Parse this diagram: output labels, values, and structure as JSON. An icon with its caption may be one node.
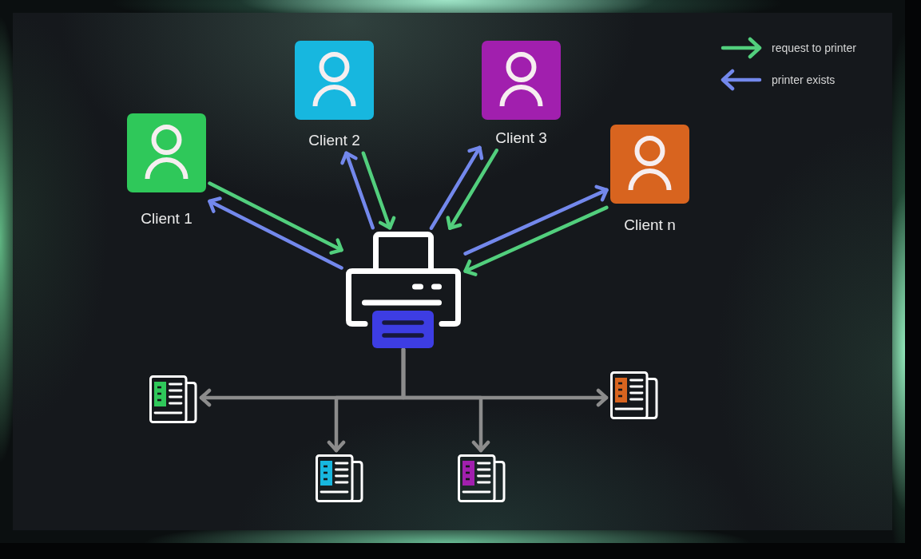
{
  "diagram": {
    "nodes": [
      {
        "text": [
          "Client 1"
        ]
      },
      {
        "text": [
          "Client 2"
        ]
      },
      {
        "text": [
          "Client 3"
        ]
      },
      {
        "text": [
          "Client n"
        ]
      },
      {
        "text": [],
        "shape": "picture"
      },
      {
        "text": [],
        "shape": "picture"
      },
      {
        "text": [],
        "shape": "picture"
      },
      {
        "text": [],
        "shape": "picture"
      },
      {
        "text": [],
        "shape": "picture"
      }
    ],
    "edges": [
      {
        "from": 0,
        "to": 4,
        "arrow": "to",
        "color": "#52cf7d"
      },
      {
        "from": 4,
        "to": 0,
        "arrow": "to",
        "color": "#7388ec"
      },
      {
        "from": 1,
        "to": 4,
        "arrow": "to",
        "color": "#52cf7d"
      },
      {
        "from": 4,
        "to": 1,
        "arrow": "to",
        "color": "#7388ec"
      },
      {
        "from": 2,
        "to": 4,
        "arrow": "to",
        "color": "#52cf7d"
      },
      {
        "from": 4,
        "to": 2,
        "arrow": "to",
        "color": "#7388ec"
      },
      {
        "from": 3,
        "to": 4,
        "arrow": "to",
        "color": "#52cf7d"
      },
      {
        "from": 4,
        "to": 3,
        "arrow": "to",
        "color": "#7388ec"
      },
      {
        "from": 4,
        "to": 5,
        "arrow": "to",
        "color": "#8c8c8c"
      },
      {
        "from": 4,
        "to": 6,
        "arrow": "to",
        "color": "#8c8c8c"
      },
      {
        "from": 4,
        "to": 7,
        "arrow": "to",
        "color": "#8c8c8c"
      },
      {
        "from": 4,
        "to": 8,
        "arrow": "to",
        "color": "#8c8c8c"
      }
    ],
    "legend": [
      {
        "text": "request to printer"
      },
      {
        "text": "printer exists"
      }
    ]
  }
}
